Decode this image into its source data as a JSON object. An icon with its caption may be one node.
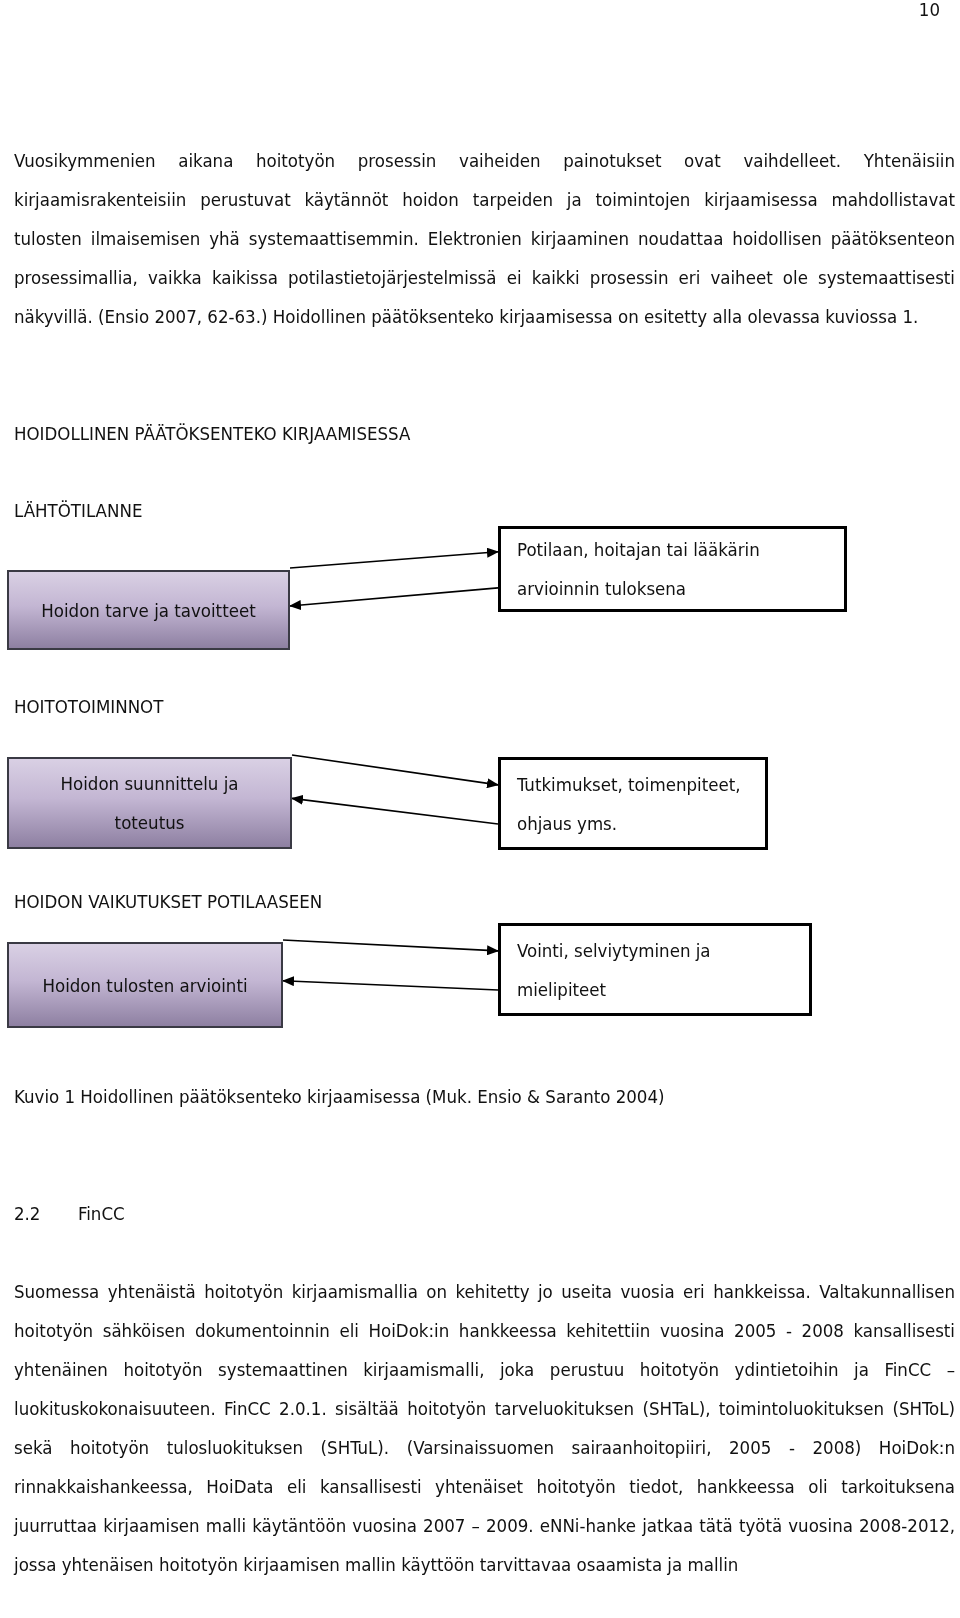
{
  "diagram": {
    "title": "HOIDOLLINEN PÄÄTÖKSENTEKO KIRJAAMISESSA",
    "caption": "Kuvio 1 Hoidollinen päätöksenteko kirjaamisessa (Muk. Ensio & Saranto 2004)",
    "nodes": [
      {
        "text": [
          "Hoidon tarve ja tavoitteet"
        ]
      },
      {
        "text": [
          "Potilaan, hoitajan tai lääkärin arvioinnin tuloksena"
        ]
      },
      {
        "text": [
          "Hoidon suunnittelu ja toteutus"
        ]
      },
      {
        "text": [
          "Tutkimukset, toimenpiteet, ohjaus yms."
        ]
      },
      {
        "text": [
          "Hoidon tulosten arviointi"
        ]
      },
      {
        "text": [
          "Vointi, selviytyminen ja mielipiteet"
        ]
      }
    ],
    "edges": [
      {
        "from": 0,
        "to": 1,
        "arrow": "to"
      },
      {
        "from": 1,
        "to": 0,
        "arrow": "to"
      },
      {
        "from": 2,
        "to": 3,
        "arrow": "to"
      },
      {
        "from": 3,
        "to": 2,
        "arrow": "to"
      },
      {
        "from": 4,
        "to": 5,
        "arrow": "to"
      },
      {
        "from": 5,
        "to": 4,
        "arrow": "to"
      }
    ],
    "labels": [
      "10",
      "Vuosikymmenien aikana hoitotyön prosessin vaiheiden painotukset ovat vaihdelleet. Yhtenäisiin kirjaamisrakenteisiin perustuvat käytännöt hoidon tarpeiden ja toimintojen kirjaamisessa mahdollistavat tulosten ilmaisemisen yhä systemaattisemmin. Elektronien kirjaaminen noudattaa hoidollisen päätöksenteon prosessimallia, vaikka kaikissa potilastietojärjestelmissä ei kaikki prosessin eri vaiheet ole systemaattisesti näkyvillä. (Ensio 2007, 62-63.) Hoidollinen päätöksenteko kirjaamisessa on esitetty alla olevassa kuviossa 1.",
      "LÄHTÖTILANNE",
      "HOITOTOIMINNOT",
      "HOIDON VAIKUTUKSET POTILAASEEN",
      "2.2",
      "FinCC",
      "Suomessa yhtenäistä hoitotyön kirjaamismallia on kehitetty jo useita vuosia eri hankkeissa. Valtakunnallisen hoitotyön sähköisen dokumentoinnin eli HoiDok:in hankkeessa kehitettiin vuosina 2005 - 2008 kansallisesti yhtenäinen hoitotyön systemaattinen kirjaamismalli, joka perustuu hoitotyön ydintietoihin ja FinCC – luokituskokonaisuuteen. FinCC 2.0.1. sisältää hoitotyön tarveluokituksen (SHTaL), toimintoluokituksen (SHToL) sekä hoitotyön tulosluokituksen (SHTuL). (Varsinaissuomen sairaanhoitopiiri, 2005 - 2008) HoiDok:n rinnakkaishankeessa, HoiData eli kansallisesti yhtenäiset hoitotyön tiedot, hankkeessa oli tarkoituksena juurruttaa kirjaamisen malli käytäntöön vuosina 2007 – 2009. eNNi-hanke jatkaa tätä työtä vuosina 2008-2012, jossa yhtenäisen hoitotyön kirjaamisen mallin käyttöön tarvittavaa osaamista ja mallin"
    ]
  }
}
